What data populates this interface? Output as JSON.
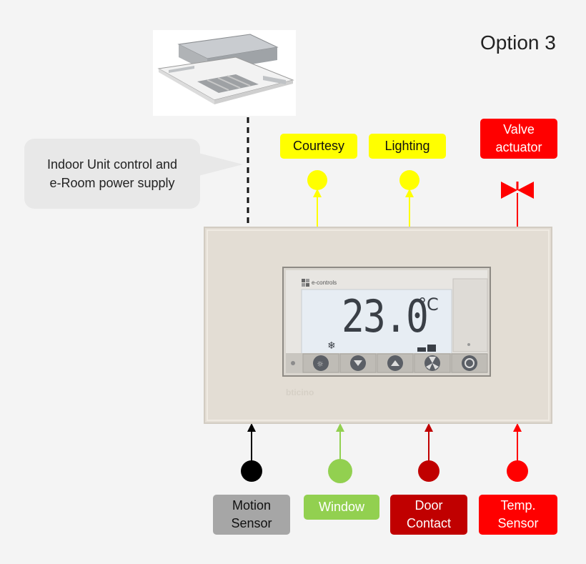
{
  "title": "Option 3",
  "callout": "Indoor Unit control and\ne-Room power supply",
  "top_labels": {
    "courtesy": "Courtesy",
    "lighting": "Lighting",
    "valve": "Valve\nactuator"
  },
  "bottom_labels": {
    "motion": "Motion\nSensor",
    "window": "Window",
    "door": "Door\nContact",
    "temp": "Temp.\nSensor"
  },
  "display": {
    "temperature": "23.0",
    "unit": "°C",
    "brand": "e-controls",
    "maker": "bticino"
  },
  "colors": {
    "yellow": "#ffff00",
    "gray": "#a6a6a6",
    "green": "#92d050",
    "dark_red": "#c00000",
    "red": "#ff0000",
    "black": "#000000"
  },
  "icons": [
    "air-conditioner-unit-icon",
    "snowflake-icon",
    "down-icon",
    "up-icon",
    "fan-icon",
    "power-icon",
    "valve-icon"
  ]
}
